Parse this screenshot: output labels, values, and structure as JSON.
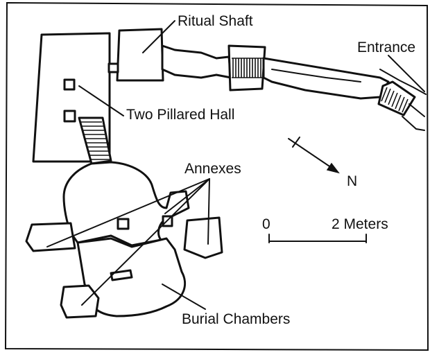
{
  "labels": {
    "ritual_shaft": "Ritual Shaft",
    "entrance": "Entrance",
    "two_pillared_hall": "Two Pillared Hall",
    "annexes": "Annexes",
    "north": "N",
    "burial_chambers": "Burial Chambers"
  },
  "scale_bar": {
    "start_label": "0",
    "end_label": "2 Meters"
  },
  "colors": {
    "ink": "#111111",
    "paper": "#ffffff"
  }
}
